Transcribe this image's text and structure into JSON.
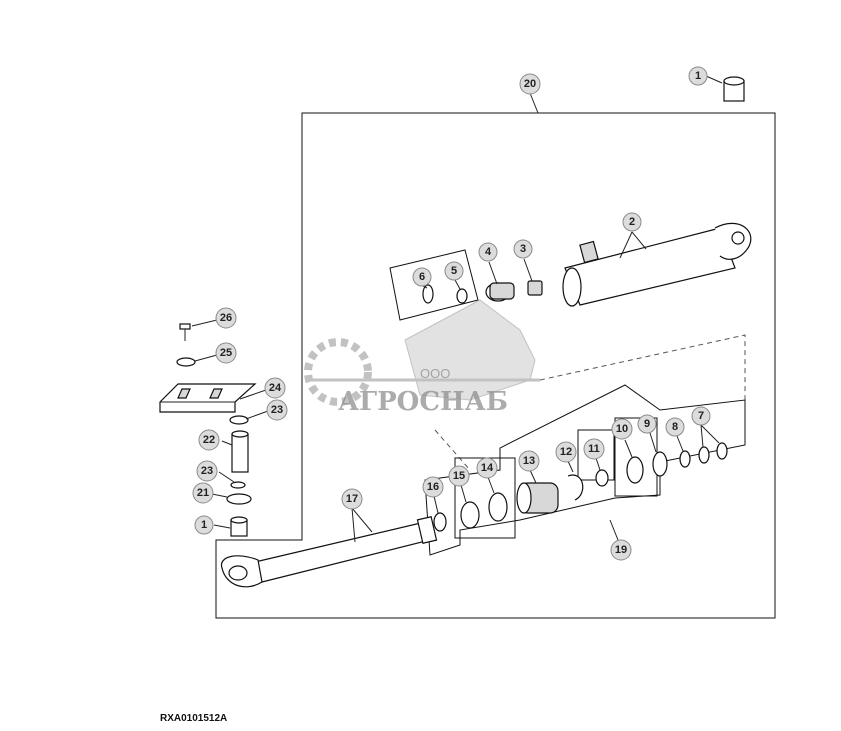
{
  "callouts": {
    "c1a": "1",
    "c20": "20",
    "c2": "2",
    "c3": "3",
    "c4": "4",
    "c5": "5",
    "c6": "6",
    "c26": "26",
    "c25": "25",
    "c24": "24",
    "c23a": "23",
    "c22": "22",
    "c23b": "23",
    "c21": "21",
    "c1b": "1",
    "c17": "17",
    "c16": "16",
    "c15": "15",
    "c14": "14",
    "c13": "13",
    "c12": "12",
    "c11": "11",
    "c10": "10",
    "c9": "9",
    "c8": "8",
    "c7": "7",
    "c19": "19"
  },
  "figure_id": "RXA0101512A",
  "watermark": {
    "company_prefix": "ООО",
    "company_name": "АГРОСНАБ"
  }
}
